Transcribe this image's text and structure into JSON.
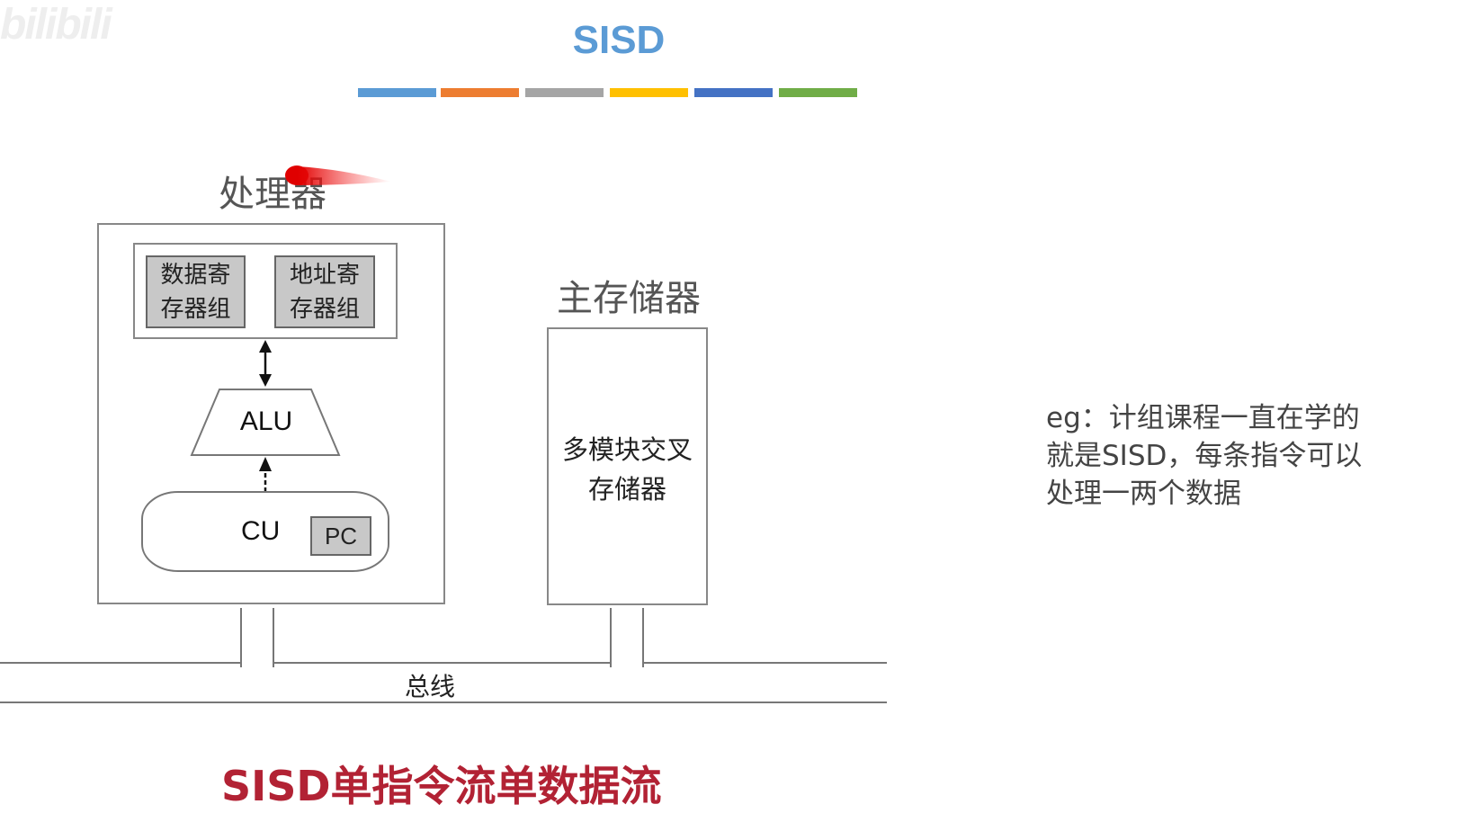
{
  "logo": {
    "text": "bilibili"
  },
  "title": "SISD",
  "color_bar": [
    "#5b9bd5",
    "#ed7d31",
    "#a5a5a5",
    "#ffc000",
    "#4472c4",
    "#70ad47"
  ],
  "processor": {
    "label": "处理器",
    "data_reg_line1": "数据寄",
    "data_reg_line2": "存器组",
    "addr_reg_line1": "地址寄",
    "addr_reg_line2": "存器组",
    "alu": "ALU",
    "cu": "CU",
    "pc": "PC"
  },
  "memory": {
    "label": "主存储器",
    "line1": "多模块交叉",
    "line2": "存储器"
  },
  "bus": {
    "label": "总线"
  },
  "note": {
    "line1": "eg：计组课程一直在学的",
    "line2": "就是SISD，每条指令可以",
    "line3": "处理一两个数据"
  },
  "bottom_title": "SISD单指令流单数据流",
  "colors": {
    "title": "#5b9bd5",
    "bottom_title": "#b22234",
    "register_fill": "#c8c8c8",
    "pointer_mark": "#e00000"
  }
}
